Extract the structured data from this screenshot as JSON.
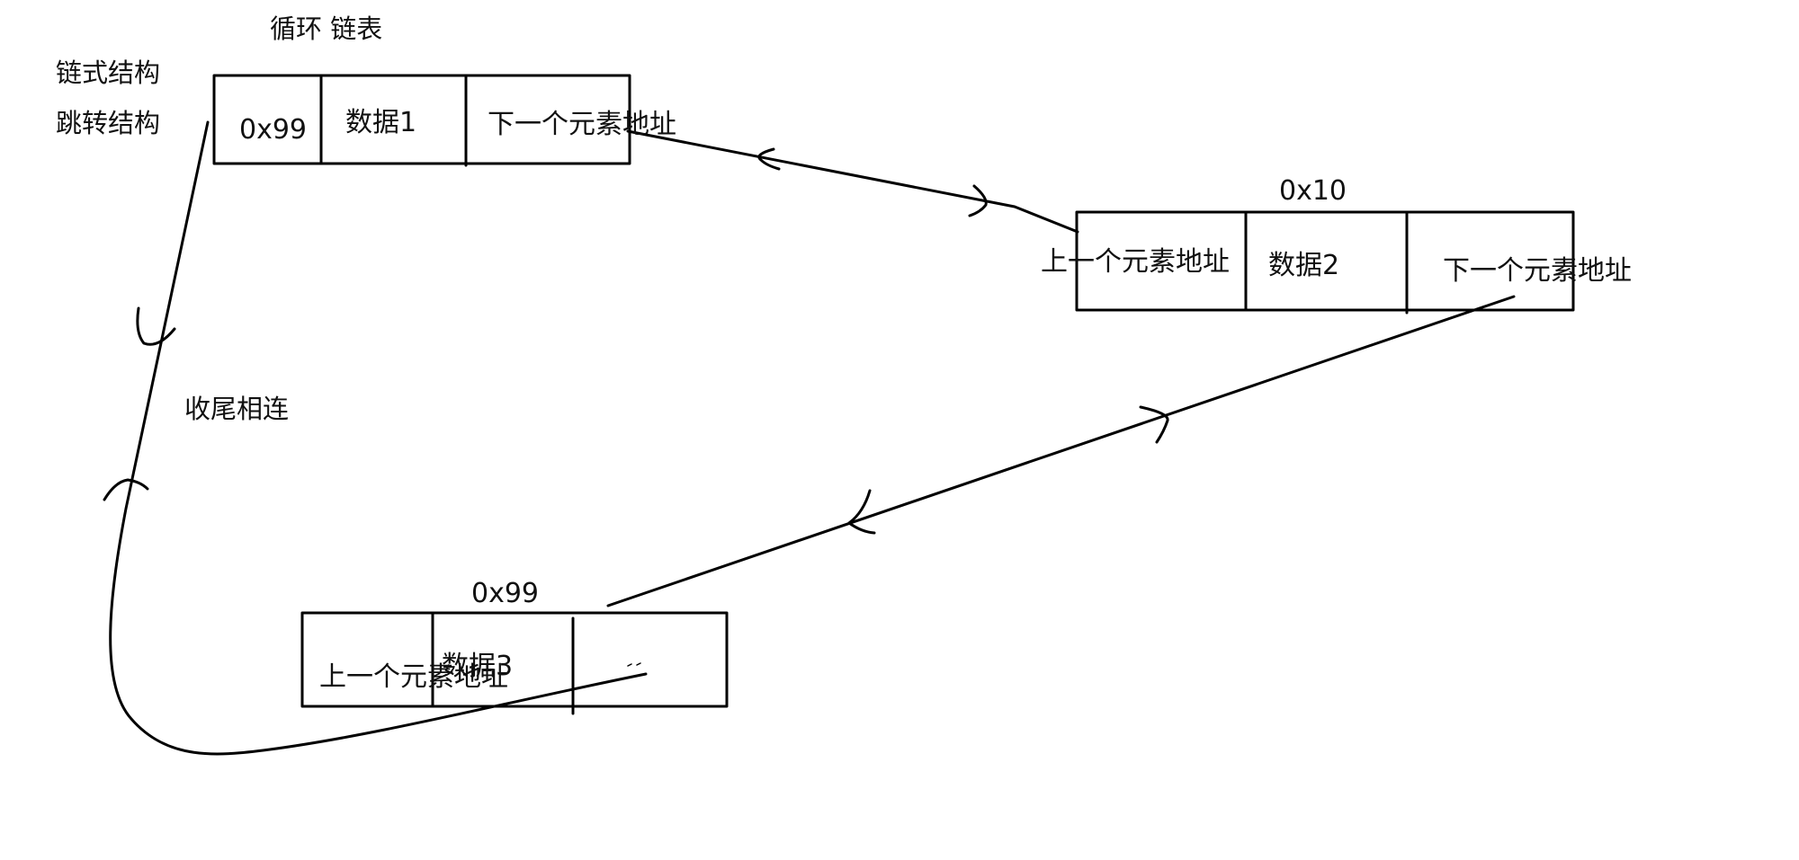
{
  "notes": {
    "title": "循环 链表",
    "chain_structure": "链式结构",
    "jump_structure": "跳转结构",
    "head_tail_connected": "收尾相连"
  },
  "nodes": [
    {
      "address": "0x99",
      "cells": [
        "数据1",
        "下一个元素地址"
      ]
    },
    {
      "address": "0x10",
      "cells": [
        "上一个元素地址",
        "数据2",
        "下一个元素地址"
      ]
    },
    {
      "address": "0x99",
      "cells": [
        "上一个元素地址",
        "数据3",
        ""
      ]
    }
  ]
}
